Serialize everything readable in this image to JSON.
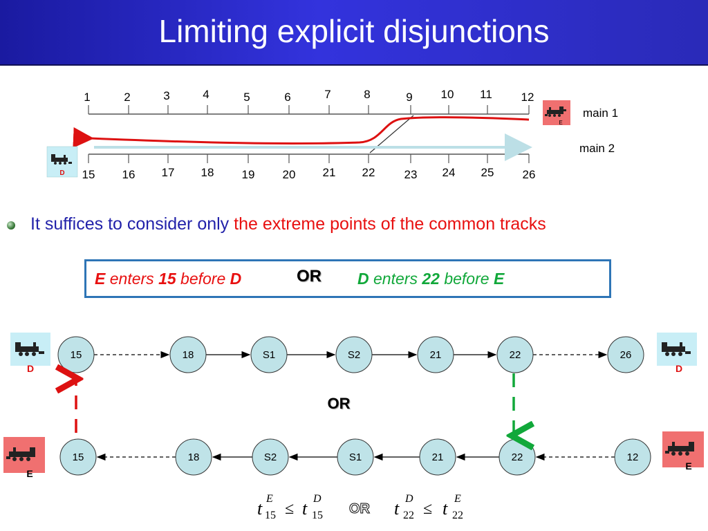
{
  "slide": {
    "title": "Limiting explicit disjunctions"
  },
  "tracks": {
    "main1_label": "main 1",
    "main2_label": "main 2",
    "top_numbers": [
      "1",
      "2",
      "3",
      "4",
      "5",
      "6",
      "7",
      "8",
      "9",
      "10",
      "11",
      "12"
    ],
    "bottom_numbers": [
      "15",
      "16",
      "17",
      "18",
      "19",
      "20",
      "21",
      "22",
      "23",
      "24",
      "25",
      "26"
    ],
    "train_E_label": "E",
    "train_D_label": "D"
  },
  "bullet": {
    "text_part1": "It suffices to consider only ",
    "text_part2": "the extreme points of the common tracks"
  },
  "condition_box": {
    "left_E": "E",
    "left_enters": " enters ",
    "left_num": "15",
    "left_before": " before ",
    "left_D": "D",
    "or": "OR",
    "right_D": "D",
    "right_enters": " enters ",
    "right_num": "22",
    "right_before": " before ",
    "right_E": "E"
  },
  "graph": {
    "top_row": [
      "15",
      "18",
      "S1",
      "S2",
      "21",
      "22",
      "26"
    ],
    "bottom_row": [
      "15",
      "18",
      "S2",
      "S1",
      "21",
      "22",
      "12"
    ],
    "or_label": "OR",
    "train_top_left": "D",
    "train_top_right": "D",
    "train_bottom_left": "E",
    "train_bottom_right": "E"
  },
  "formula": {
    "left_t": "t",
    "left_sup": "E",
    "left_sub": "15",
    "leq": "≤",
    "mid_t": "t",
    "mid_sup": "D",
    "mid_sub": "15",
    "or": "OR",
    "right_t": "t",
    "right_sup": "D",
    "right_sub": "22",
    "right_t2": "t",
    "right_sup2": "E",
    "right_sub2": "22"
  },
  "colors": {
    "title_bg": "#2a2ab8",
    "red_track": "#dd1111",
    "blue_track": "#bcdfe6",
    "node_fill": "#bfe3e8",
    "train_E_bg": "#f07070",
    "train_D_bg": "#c8eef6",
    "box_border": "#2e75b6",
    "green": "#11a83a"
  }
}
